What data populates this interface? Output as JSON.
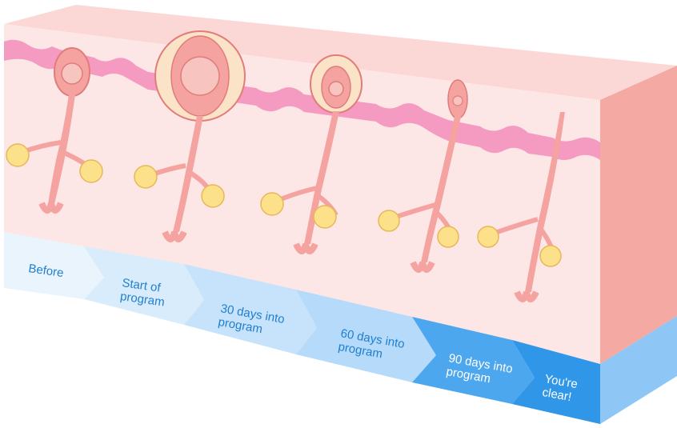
{
  "stages": [
    {
      "id": "before",
      "lines": [
        "Before"
      ]
    },
    {
      "id": "start",
      "lines": [
        "Start of",
        "program"
      ]
    },
    {
      "id": "day30",
      "lines": [
        "30 days into",
        "program"
      ]
    },
    {
      "id": "day60",
      "lines": [
        "60 days into",
        "program"
      ]
    },
    {
      "id": "day90",
      "lines": [
        "90 days into",
        "program"
      ]
    },
    {
      "id": "clear",
      "lines": [
        "You're",
        "clear!"
      ]
    }
  ],
  "colors": {
    "skin_top": "#fbd8d5",
    "skin_front": "#fde7e6",
    "skin_side": "#f4a9a3",
    "epidermis": "#f59ac0",
    "follicle": "#f5a3a0",
    "follicle_edge": "#e07c79",
    "gland": "#fde08a",
    "gland_edge": "#e5b85a",
    "banner_1": "#eaf4fd",
    "banner_2": "#d9ecfc",
    "banner_3": "#c7e3fb",
    "banner_4": "#b5dafa",
    "banner_5": "#4da7ee",
    "banner_6": "#3096e8",
    "banner_side": "#8ec6f5",
    "label_text": "#1f7fd0"
  }
}
